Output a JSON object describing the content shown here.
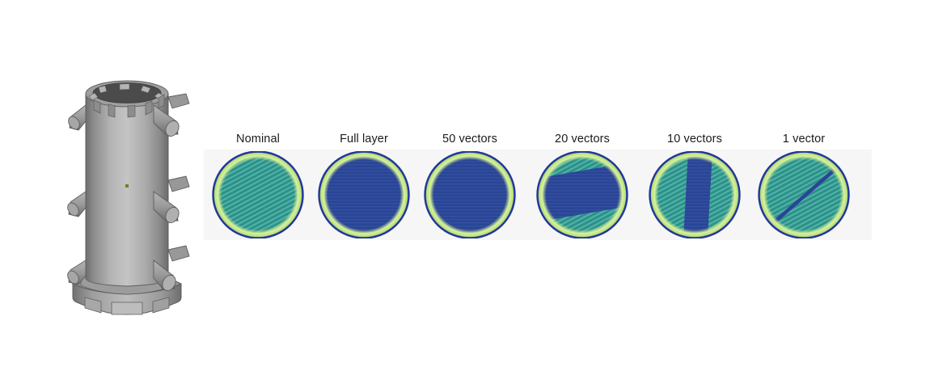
{
  "figure": {
    "background": "#ffffff",
    "panel_background": "#f6f6f6"
  },
  "model": {
    "name": "cylindrical-test-artifact",
    "description": "Gray 3D CAD cylinder with protruding cylindrical pins, crenellated top rim and lobed flange base",
    "body_color": "#9d9d9d",
    "shade_dark": "#6f6f6f",
    "shade_light": "#c9c9c9",
    "top_recess_color": "#4a4a4a",
    "outline_color": "#5a5a5a",
    "origin_marker_color": "#7c7c1e"
  },
  "sections": {
    "title_color": "#1b1b1b",
    "colors": {
      "rim_navy": "#23369b",
      "ring_green": "#b9e27a",
      "ring_green_bright": "#d9f0a0",
      "fill_teal": "#2d8f8a",
      "fill_teal_hatch": "#4fb3a5",
      "fill_blue": "#2a4496",
      "fill_blue_hatch": "#33509f"
    },
    "items": [
      {
        "label": "Nominal",
        "pattern": "full-teal",
        "blue_fraction": 0.0
      },
      {
        "label": "Full layer",
        "pattern": "full-blue",
        "blue_fraction": 1.0
      },
      {
        "label": "50 vectors",
        "pattern": "chamfered-blue",
        "blue_fraction": 0.86
      },
      {
        "label": "20 vectors",
        "pattern": "diagonal-band",
        "blue_fraction": 0.5
      },
      {
        "label": "10 vectors",
        "pattern": "vertical-band",
        "blue_fraction": 0.27
      },
      {
        "label": "1 vector",
        "pattern": "single-line",
        "blue_fraction": 0.02
      }
    ]
  }
}
